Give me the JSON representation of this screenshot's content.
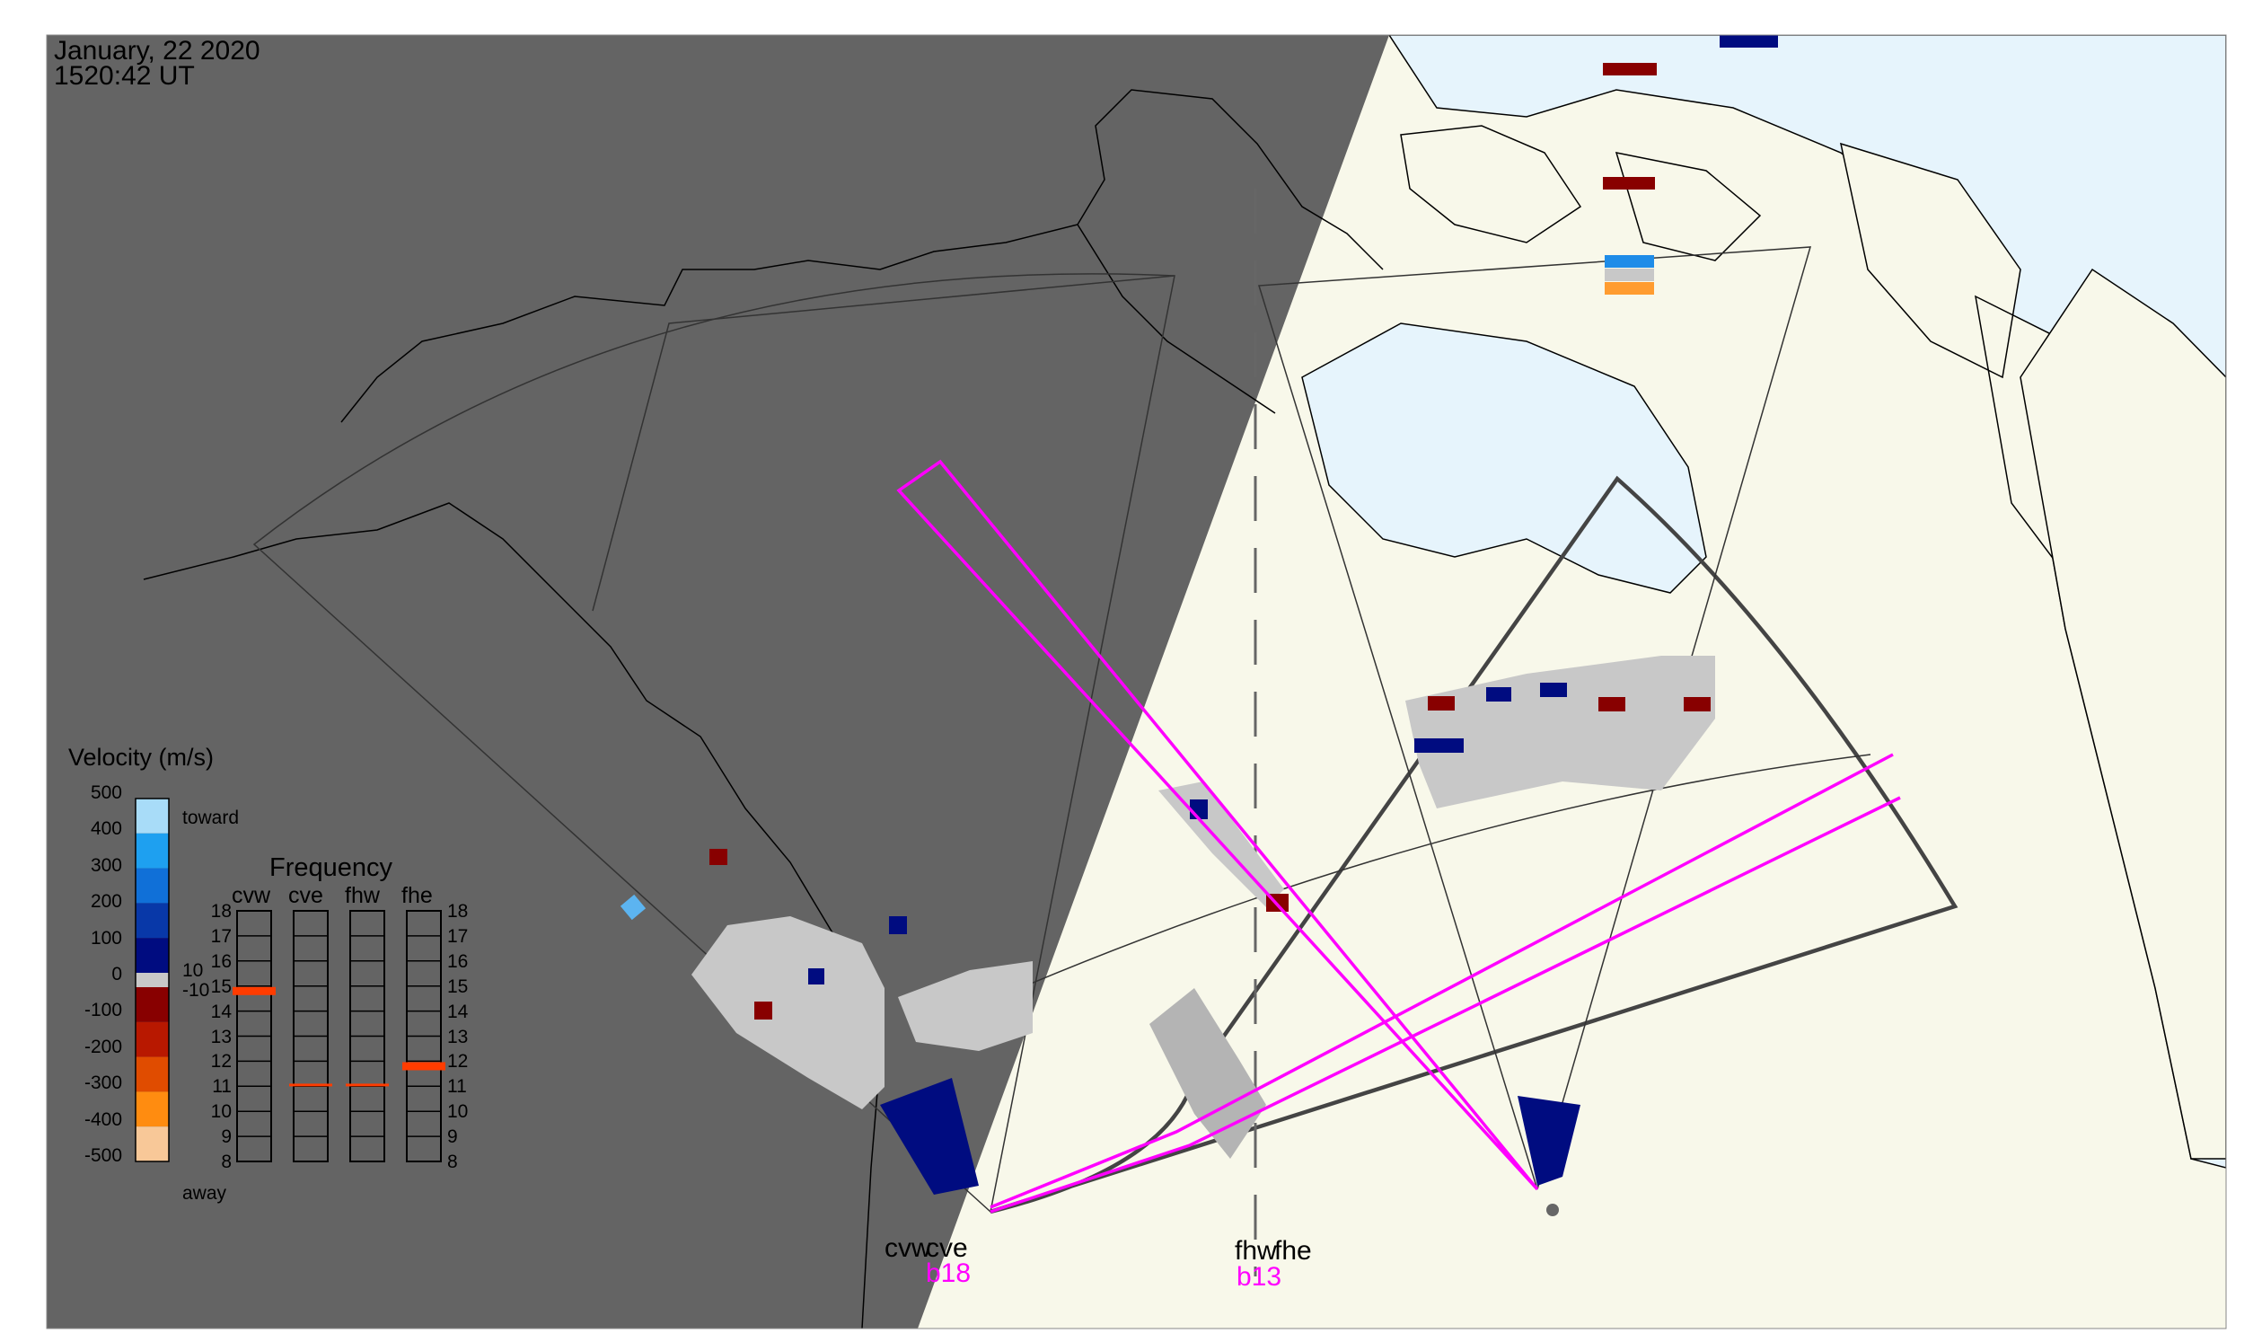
{
  "header": {
    "date": "January, 22 2020",
    "time": "1520:42 UT"
  },
  "legend": {
    "title": "Velocity (m/s)",
    "ticks": [
      "500",
      "400",
      "300",
      "200",
      "100",
      "0",
      "-100",
      "-200",
      "-300",
      "-400",
      "-500"
    ],
    "toward": "toward",
    "away": "away",
    "colors": [
      "#a8dcf8",
      "#1ea0f0",
      "#1070d8",
      "#0838a8",
      "#000c80",
      "#880000",
      "#b81800",
      "#e04c00",
      "#ff8c10",
      "#f8c898"
    ],
    "gs_labels": [
      "10",
      "-10"
    ]
  },
  "frequency": {
    "title": "Frequency",
    "columns": [
      {
        "label": "cvw",
        "value_mhz": 14.8,
        "band": "thick"
      },
      {
        "label": "cve",
        "value_mhz": 11.05,
        "band": "thin"
      },
      {
        "label": "fhw",
        "value_mhz": 11.05,
        "band": "thin"
      },
      {
        "label": "fhe",
        "value_mhz": 11.8,
        "band": "thick"
      }
    ],
    "ticks": [
      "18",
      "17",
      "16",
      "15",
      "14",
      "13",
      "12",
      "11",
      "10",
      "9",
      "8"
    ],
    "range": [
      8,
      18
    ],
    "marker_color": "#ff3c00"
  },
  "radars": {
    "cvw": "cvw",
    "cve": "cve",
    "cv_beam": "b18",
    "fhw": "fhw",
    "fhe": "fhe",
    "fh_beam": "b13"
  },
  "colors": {
    "night": "#646464",
    "land_day": "#f8f8ea",
    "ocean": "#e6f4fc",
    "beam": "#ff00ff",
    "scatter_gray": "#c8c8c8"
  }
}
